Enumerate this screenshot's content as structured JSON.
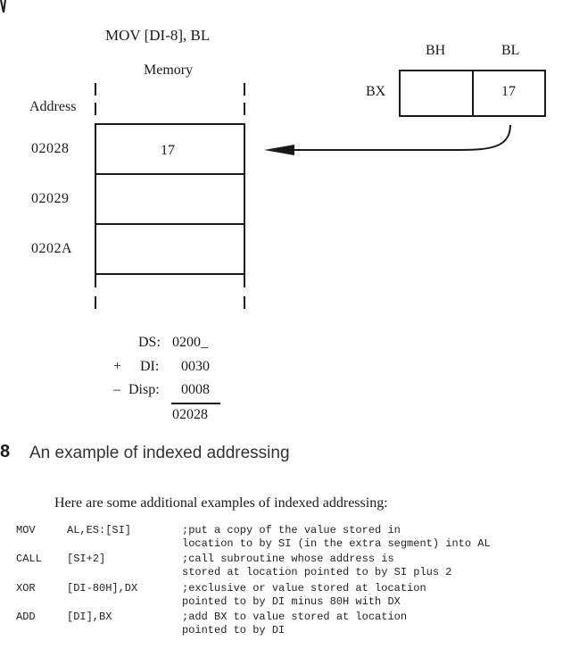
{
  "figure": {
    "instruction": "MOV   [DI-8], BL",
    "memory_label": "Memory",
    "address_label": "Address",
    "addresses": [
      "02028",
      "02029",
      "0202A"
    ],
    "memory_values": [
      "17",
      "",
      ""
    ],
    "registers": {
      "bh_label": "BH",
      "bl_label": "BL",
      "bx_label": "BX",
      "bh_value": "",
      "bl_value": "17"
    },
    "calculation": {
      "ds_label": "DS:",
      "ds_value": "0200_",
      "di_prefix": "+",
      "di_label": "DI:",
      "di_value": "0030",
      "disp_prefix": "–",
      "disp_label": "Disp:",
      "disp_value": "0008",
      "result": "02028"
    }
  },
  "caption": {
    "number": "8",
    "text": "An example of indexed addressing"
  },
  "intro_text": "Here are some additional examples of indexed addressing:",
  "code_examples": [
    {
      "mnemonic": "MOV",
      "operands": "AL,ES:[SI]",
      "comment": [
        ";put a copy of the value stored in",
        "location to by SI (in the extra segment) into AL"
      ]
    },
    {
      "mnemonic": "CALL",
      "operands": "[SI+2]",
      "comment": [
        ";call subroutine whose address is",
        "stored at location pointed to by SI plus 2"
      ]
    },
    {
      "mnemonic": "XOR",
      "operands": "[DI-80H],DX",
      "comment": [
        ";exclusive or value stored at location",
        "pointed to by DI minus 80H with DX"
      ]
    },
    {
      "mnemonic": "ADD",
      "operands": "[DI],BX",
      "comment": [
        ";add BX to value stored at location",
        "pointed to by DI"
      ]
    }
  ]
}
